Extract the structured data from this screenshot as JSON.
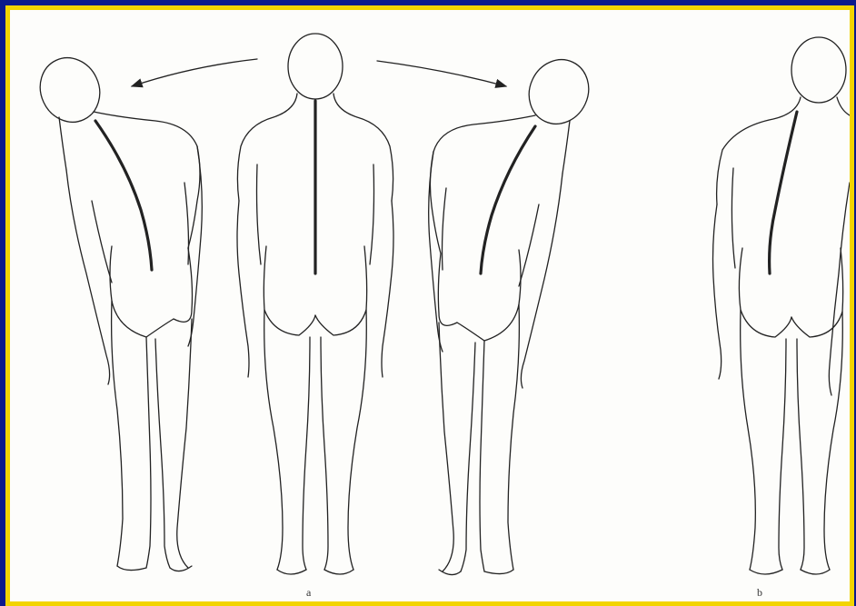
{
  "figures": [
    {
      "id": "figure-left-bend",
      "group": "a"
    },
    {
      "id": "figure-center-upright",
      "group": "a"
    },
    {
      "id": "figure-right-bend",
      "group": "a"
    },
    {
      "id": "figure-scoliosis",
      "group": "b"
    }
  ],
  "labels": {
    "a": "a",
    "b": "b"
  },
  "colors": {
    "outer_background": "#0b1a8c",
    "border": "#f2d400",
    "paper": "#fdfdfb",
    "line": "#222222"
  }
}
